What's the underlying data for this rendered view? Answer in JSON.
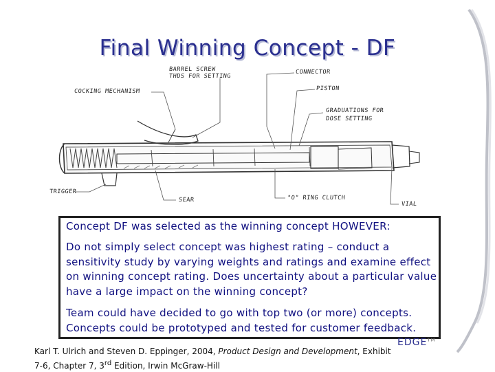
{
  "slide": {
    "title": "Final Winning Concept - DF",
    "sketch_labels": {
      "barrel_screw_1": "BARREL SCREW",
      "barrel_screw_2": "THDS FOR SETTING",
      "connector": "CONNECTOR",
      "cocking_mechanism": "COCKING MECHANISM",
      "piston": "PISTON",
      "graduations_1": "GRADUATIONS FOR",
      "graduations_2": "DOSE SETTING",
      "trigger": "TRIGGER",
      "sear": "SEAR",
      "o_ring_clutch": "\"O\" RING CLUTCH",
      "vial": "VIAL"
    },
    "callout": {
      "p1": "Concept DF was selected as the winning concept HOWEVER:",
      "p2": "Do not simply select concept was highest rating – conduct a sensitivity study by varying weights and ratings and examine effect on winning concept rating.  Does uncertainty about a particular value have a large impact on the winning concept?",
      "p3": "Team could have decided to go with top two (or more) concepts. Concepts could be prototyped and tested for customer feedback."
    },
    "citation": {
      "authors": "Karl T. Ulrich and Steven D. Eppinger, 2004, ",
      "book": "Product Design and Development",
      "rest_before_sup": ", Exhibit 7-6, Chapter 7, 3",
      "sup": "rd",
      "rest_after_sup": " Edition, Irwin McGraw-Hill"
    },
    "logo": {
      "text": "EDGE",
      "mark": "TM"
    }
  }
}
